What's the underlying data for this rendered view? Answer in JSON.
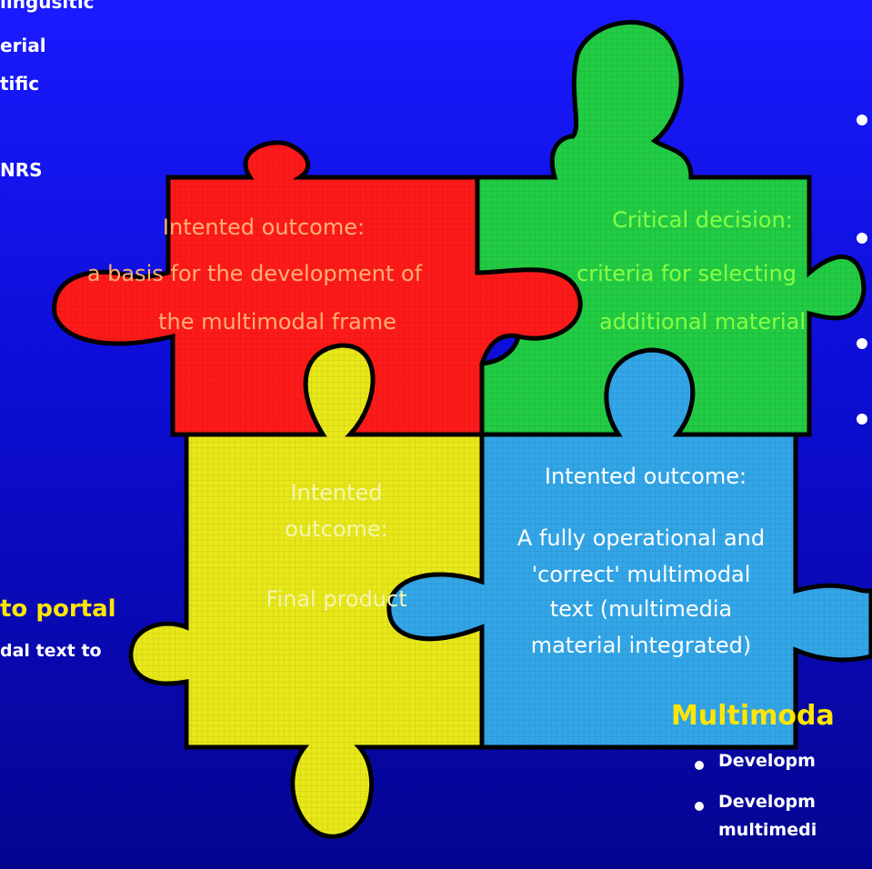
{
  "left_text": {
    "line1": "lingusitic",
    "line2": "erial",
    "line3": "tific",
    "line4": "NRS",
    "portal_heading": "to portal",
    "portal_sub": "dal text to"
  },
  "right_text": {
    "multimodal_heading": "Multimoda",
    "bullet1": "Developm",
    "bullet2": "Developm",
    "bullet2_cont": "multimedi"
  },
  "puzzle": {
    "red": {
      "title": "Intented outcome:",
      "line1": "a basis for the development of",
      "line2": "the multimodal frame",
      "color": "#ff1a1a",
      "text_color": "#ffb070"
    },
    "green": {
      "title": "Critical decision:",
      "line1": "criteria for selecting",
      "line2": "additional material",
      "color": "#22cc44",
      "text_color": "#88ff44"
    },
    "yellow": {
      "title_line1": "Intented",
      "title_line2": "outcome:",
      "line1": "Final product",
      "color": "#e8e81a",
      "text_color": "#f5f5b0"
    },
    "blue": {
      "title": "Intented outcome:",
      "line1": "A fully operational and",
      "line2": "'correct' multimodal",
      "line3": "text (multimedia",
      "line4": "material integrated)",
      "color": "#33a6e8",
      "text_color": "#ffffff"
    }
  }
}
